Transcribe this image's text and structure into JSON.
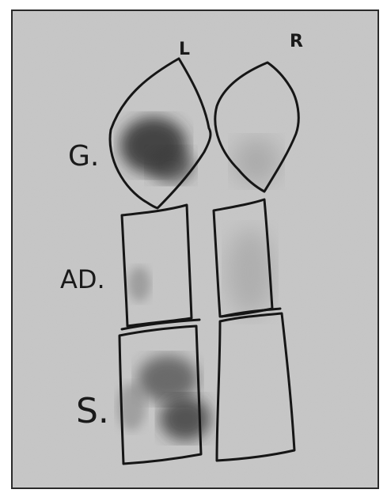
{
  "figure": {
    "side_labels": {
      "left": "L",
      "right": "R"
    },
    "row_labels": {
      "top": "G.",
      "middle": "AD.",
      "bottom": "S."
    }
  },
  "colors": {
    "background": "#c9c9c9",
    "outline": "#161616",
    "uptake": "#2b2b2b",
    "frame": "#2a2a2a"
  }
}
